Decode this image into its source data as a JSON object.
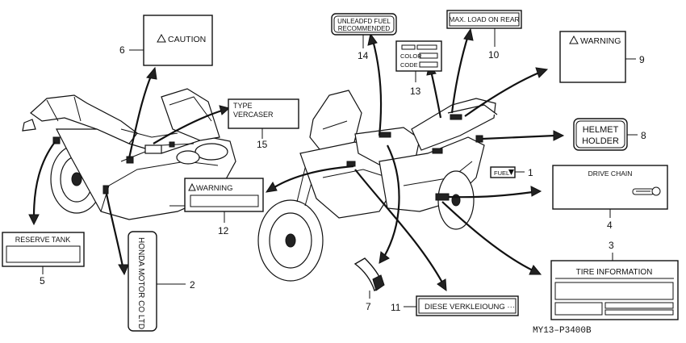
{
  "labels": {
    "caution": "CAUTION",
    "type_plate_line1": "TYPE",
    "type_plate_line2": "VERCASER",
    "unleaded_line1": "UNLEADFD FUEL",
    "unleaded_line2": "RECOMMENDED",
    "max_load": "MAX. LOAD ON REAR",
    "color": "COLOR",
    "code": "CODE",
    "warning_right": "WARNING",
    "helmet_line1": "HELMET",
    "helmet_line2": "HOLDER",
    "fuel": "FUEL",
    "drive_chain": "DRIVE CHAIN",
    "warning_mid": "WARNING",
    "reserve_tank": "RESERVE TANK",
    "honda": "HONDA MOTOR CO LTD",
    "tire_info": "TIRE  INFORMATION",
    "diese": "DIESE VERKLEIOUNG ···"
  },
  "callouts": {
    "n1": "1",
    "n2": "2",
    "n3": "3",
    "n4": "4",
    "n5": "5",
    "n6": "6",
    "n7": "7",
    "n8": "8",
    "n9": "9",
    "n10": "10",
    "n11": "11",
    "n12": "12",
    "n13": "13",
    "n14": "14",
    "n15": "15"
  },
  "diagram_code": "MY13–P3400B",
  "icons": {
    "caution_triangle": "warning-triangle-icon",
    "drive_chain_adjuster": "chain-adjuster-icon"
  }
}
